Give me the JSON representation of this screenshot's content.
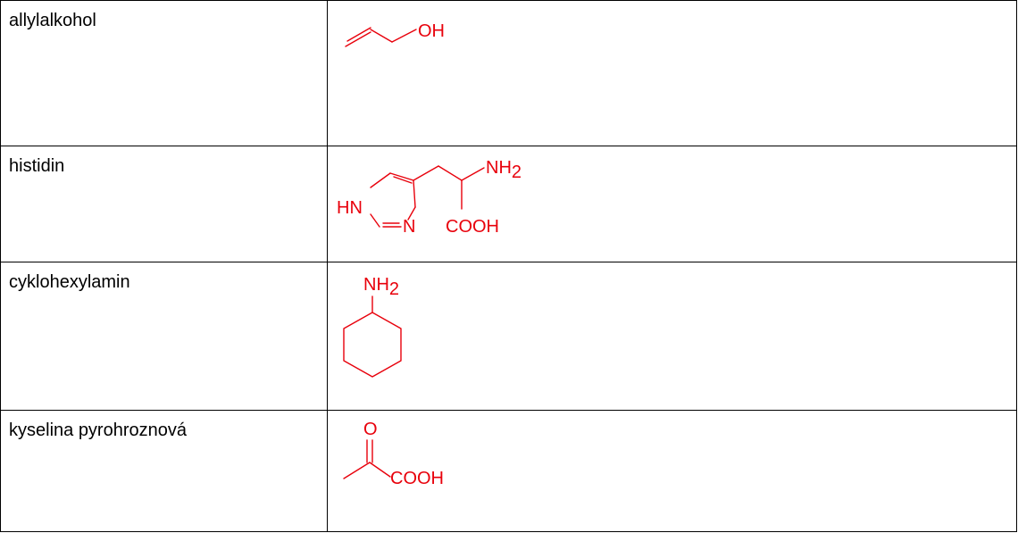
{
  "rows": [
    {
      "name": "allylalkohol",
      "structure_labels": {
        "oh": "OH"
      }
    },
    {
      "name": "histidin",
      "structure_labels": {
        "hn": "HN",
        "n": "N",
        "nh": "NH",
        "nh_sub": "2",
        "cooh": "COOH"
      }
    },
    {
      "name": "cyklohexylamin",
      "structure_labels": {
        "nh": "NH",
        "nh_sub": "2"
      }
    },
    {
      "name": "kyselina pyrohroznová",
      "structure_labels": {
        "o": "O",
        "cooh": "COOH"
      }
    }
  ],
  "colors": {
    "structure": "#e8000b",
    "text": "#000000",
    "border": "#000000"
  }
}
